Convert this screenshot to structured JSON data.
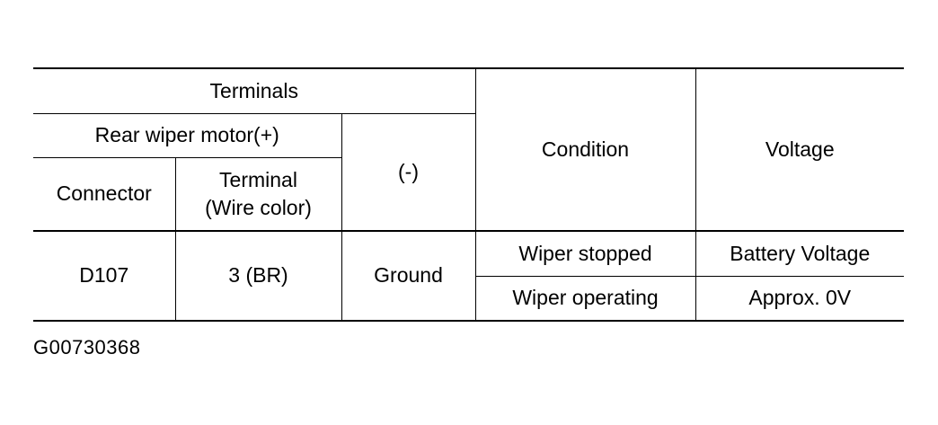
{
  "table": {
    "header": {
      "terminals": "Terminals",
      "rear_wiper_motor": "Rear wiper motor(+)",
      "connector": "Connector",
      "terminal_line1": "Terminal",
      "terminal_line2": "(Wire color)",
      "negative": "(-)",
      "condition": "Condition",
      "voltage": "Voltage"
    },
    "rows": [
      {
        "connector": "D107",
        "terminal": "3 (BR)",
        "negative": "Ground",
        "condition": "Wiper stopped",
        "voltage": "Battery Voltage"
      },
      {
        "condition": "Wiper operating",
        "voltage": "Approx. 0V"
      }
    ]
  },
  "figure_code": "G00730368"
}
